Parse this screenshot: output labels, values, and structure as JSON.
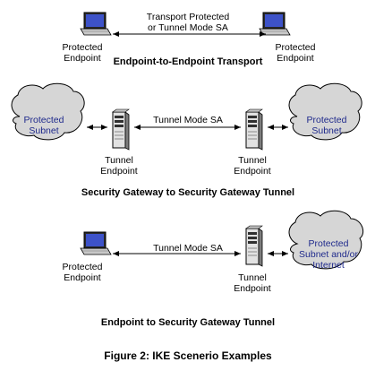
{
  "colors": {
    "cloud_text": "#1f2a8c",
    "cloud_fill": "#d6d6d6",
    "line": "#000000"
  },
  "scenario1": {
    "left_label": [
      "Protected",
      "Endpoint"
    ],
    "right_label": [
      "Protected",
      "Endpoint"
    ],
    "link_label": [
      "Transport Protected",
      "or Tunnel Mode SA"
    ],
    "caption": "Endpoint-to-Endpoint Transport"
  },
  "scenario2": {
    "left_cloud": [
      "Protected",
      "Subnet"
    ],
    "right_cloud": [
      "Protected",
      "Subnet"
    ],
    "left_label": [
      "Tunnel",
      "Endpoint"
    ],
    "right_label": [
      "Tunnel",
      "Endpoint"
    ],
    "link_label": "Tunnel Mode SA",
    "caption": "Security Gateway to Security Gateway Tunnel"
  },
  "scenario3": {
    "left_label": [
      "Protected",
      "Endpoint"
    ],
    "right_label": [
      "Tunnel",
      "Endpoint"
    ],
    "right_cloud": [
      "Protected",
      "Subnet and/or",
      "Internet"
    ],
    "link_label": "Tunnel Mode SA",
    "caption": "Endpoint to Security Gateway Tunnel"
  },
  "figure_caption": "Figure 2: IKE Scenerio Examples"
}
